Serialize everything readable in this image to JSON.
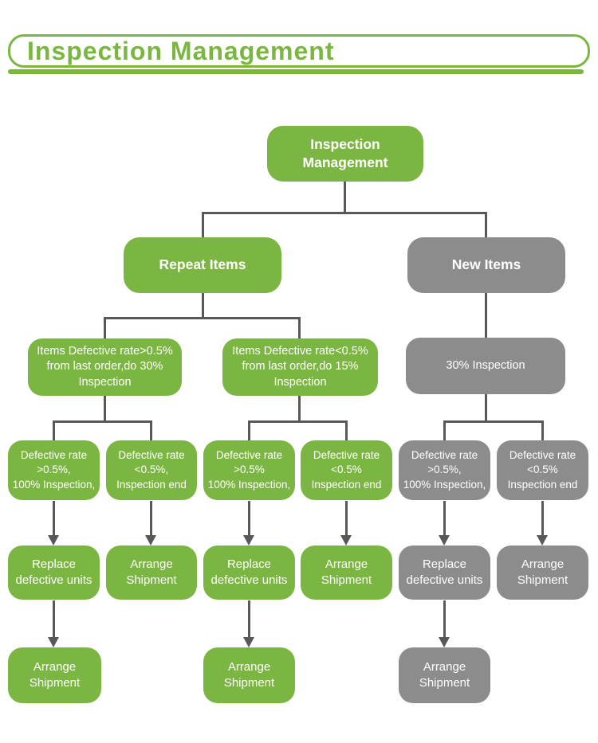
{
  "header": {
    "title": "Inspection Management"
  },
  "colors": {
    "green": "#7CB642",
    "gray": "#8C8C8C",
    "line": "#58585A",
    "node_text": "#FFFFFF",
    "title_green": "#7CB642",
    "background": "#FFFFFF"
  },
  "diagram": {
    "root": "Inspection\nManagement",
    "level2": [
      "Repeat Items",
      "New Items"
    ],
    "level3": [
      "Items Defective rate>0.5%\nfrom last order,do 30%\nInspection",
      "Items Defective rate<0.5%\nfrom last order,do 15%\nInspection",
      "30% Inspection"
    ],
    "level4": [
      "Defective rate\n>0.5%,\n100% Inspection,",
      "Defective rate\n<0.5%,\nInspection end",
      "Defective rate\n>0.5%\n100% Inspection,",
      "Defective rate\n<0.5%\nInspection end",
      "Defective rate\n>0.5%,\n100% Inspection,",
      "Defective rate\n<0.5%\nInspection end"
    ],
    "level5": [
      "Replace\ndefective units",
      "Arrange\nShipment",
      "Replace\ndefective units",
      "Arrange\nShipment",
      "Replace\ndefective units",
      "Arrange\nShipment"
    ],
    "level6": [
      "Arrange\nShipment",
      "Arrange\nShipment",
      "Arrange\nShipment"
    ]
  }
}
